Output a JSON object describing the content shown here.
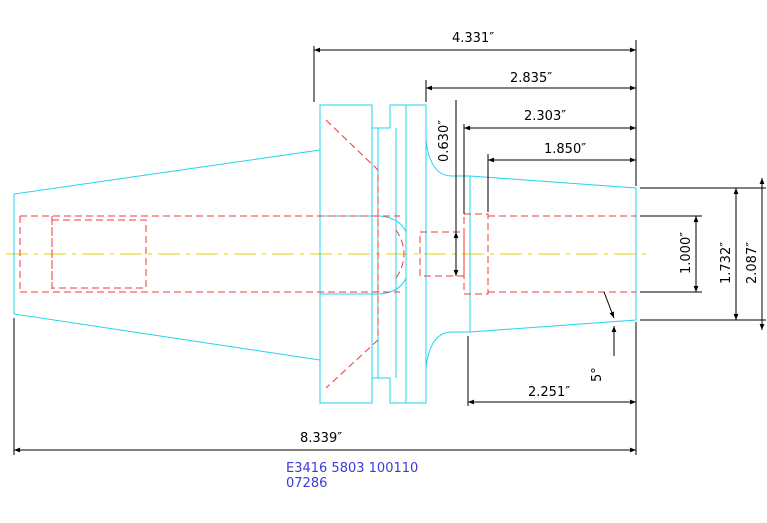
{
  "colors": {
    "background": "#ffffff",
    "outline": "#22d3ee",
    "hidden": "#ef3b3b",
    "centerline": "#e6d200",
    "dimension": "#000000",
    "note": "#3b3bd6"
  },
  "dimensions": {
    "overall_length": "8.339″",
    "flange_to_end": "4.331″",
    "neck_to_end": "2.835″",
    "bore_depth": "2.303″",
    "nose_length": "1.850″",
    "taper_length": "2.251″",
    "neck_width": "0.630″",
    "bore_diameter": "1.000″",
    "nose_diameter": "1.732″",
    "body_diameter": "2.087″",
    "taper_angle": "5°"
  },
  "notes": {
    "part_code": "E3416  5803  100110",
    "serial": "07286"
  }
}
